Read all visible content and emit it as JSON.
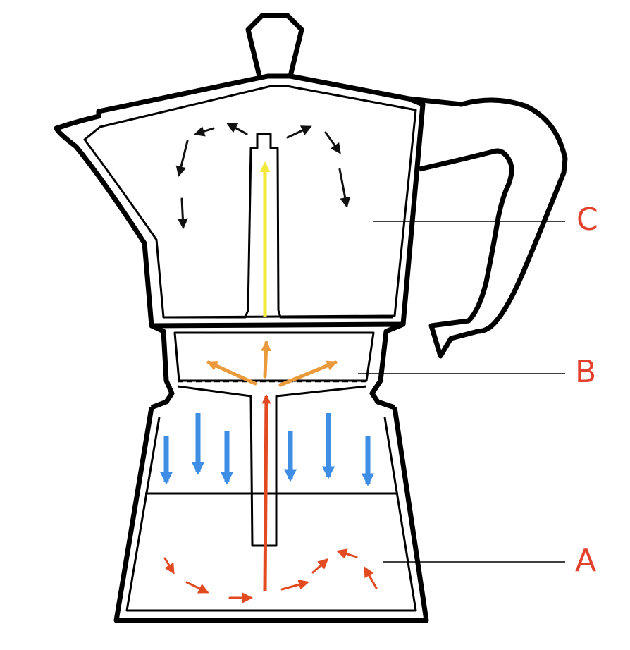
{
  "labels": {
    "a": "A",
    "b": "B",
    "c": "C"
  },
  "colors": {
    "outline": "#000000",
    "label": "#e2412b",
    "heat_arrow": "#e24a22",
    "water_arrow": "#3e8ee6",
    "steam_arrow": "#ea9a3a",
    "coffee_arrow": "#f2e93a",
    "flow_arrow": "#111111"
  }
}
